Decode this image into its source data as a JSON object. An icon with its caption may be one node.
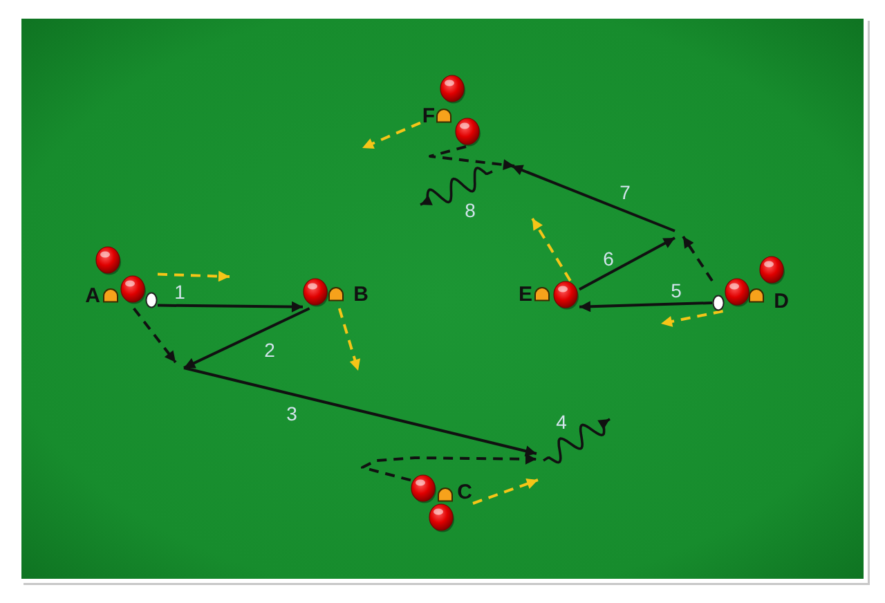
{
  "diagram": {
    "nodes": [
      {
        "text": [
          "F"
        ]
      },
      {
        "text": [
          "A"
        ]
      },
      {
        "text": [
          "B"
        ]
      },
      {
        "text": [
          "E"
        ]
      },
      {
        "text": [
          "D"
        ]
      },
      {
        "text": [
          "C"
        ]
      }
    ],
    "edges": [
      {
        "from": 1,
        "to": 2,
        "arrow": "to",
        "label": "1"
      },
      {
        "from": 1,
        "to": null,
        "arrow": "to",
        "style": "dashed"
      },
      {
        "from": 1,
        "to": null,
        "arrow": "to",
        "style": "dashed",
        "color": "#f5c518"
      },
      {
        "from": 2,
        "to": null,
        "arrow": "to",
        "label": "2"
      },
      {
        "from": 2,
        "to": null,
        "arrow": "to",
        "style": "dashed",
        "color": "#f5c518"
      },
      {
        "from": 5,
        "to": null,
        "arrow": "to",
        "style": "dashed"
      },
      {
        "from": 5,
        "to": null,
        "arrow": "to",
        "style": "dashed",
        "color": "#f5c518"
      },
      {
        "from": 4,
        "to": 3,
        "arrow": "to",
        "label": "5"
      },
      {
        "from": 4,
        "to": null,
        "arrow": "to",
        "style": "dashed"
      },
      {
        "from": 4,
        "to": null,
        "arrow": "to",
        "style": "dashed",
        "color": "#f5c518"
      },
      {
        "from": 3,
        "to": null,
        "arrow": "to",
        "label": "6"
      },
      {
        "from": 3,
        "to": null,
        "arrow": "to",
        "style": "dashed",
        "color": "#f5c518"
      },
      {
        "from": 0,
        "to": null,
        "arrow": "to",
        "style": "dashed"
      },
      {
        "from": 0,
        "to": null,
        "arrow": "to",
        "style": "dashed",
        "color": "#f5c518"
      }
    ],
    "labels": [
      "7",
      "8",
      "3",
      "4"
    ]
  }
}
